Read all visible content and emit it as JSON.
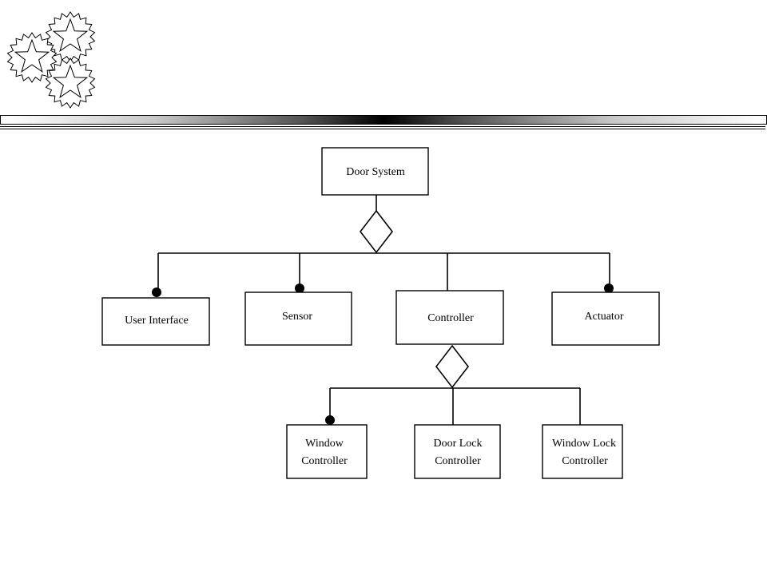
{
  "logo": {
    "icon": "star-burst-icon"
  },
  "nodes": {
    "door_system": "Door System",
    "user_interface": "User Interface",
    "sensor": "Sensor",
    "controller": "Controller",
    "actuator": "Actuator",
    "window_controller": [
      "Window",
      "Controller"
    ],
    "door_lock_controller": [
      "Door Lock",
      "Controller"
    ],
    "window_lock_controller": [
      "Window Lock",
      "Controller"
    ]
  }
}
